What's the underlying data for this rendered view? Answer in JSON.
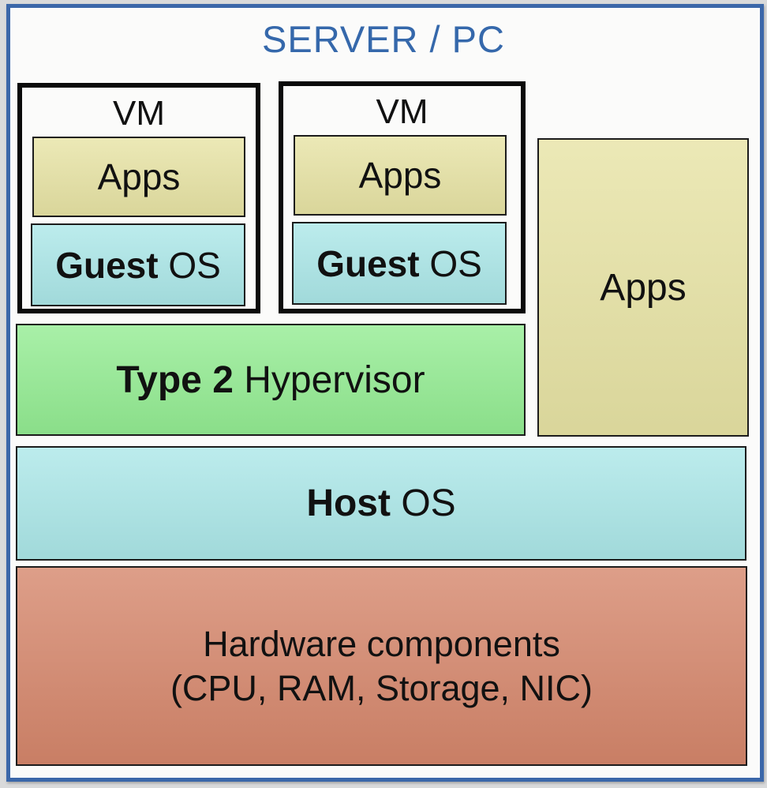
{
  "page": {
    "background": "#d9dadb"
  },
  "frame": {
    "title": "SERVER / PC",
    "title_color": "#3568ab",
    "border_color": "#3b67a9",
    "background": "#fbfbfa"
  },
  "colors": {
    "apps_fill": "#e7e3a4",
    "os_fill": "#abe7e8",
    "hypervisor_fill": "#93ec92",
    "hardware_fill": "#d5866b",
    "box_border": "#1c1c1c",
    "vm_border": "#0a0a0a",
    "text": "#111111"
  },
  "vms": [
    {
      "label": "VM",
      "apps_label": "Apps",
      "guest_bold": "Guest",
      "guest_rest": " OS"
    },
    {
      "label": "VM",
      "apps_label": "Apps",
      "guest_bold": "Guest",
      "guest_rest": " OS"
    }
  ],
  "host_apps": {
    "label": "Apps"
  },
  "hypervisor": {
    "label_bold": "Type 2",
    "label_rest": " Hypervisor"
  },
  "host_os": {
    "label_bold": "Host",
    "label_rest": " OS"
  },
  "hardware": {
    "line1": "Hardware components",
    "line2": "(CPU, RAM, Storage, NIC)"
  }
}
